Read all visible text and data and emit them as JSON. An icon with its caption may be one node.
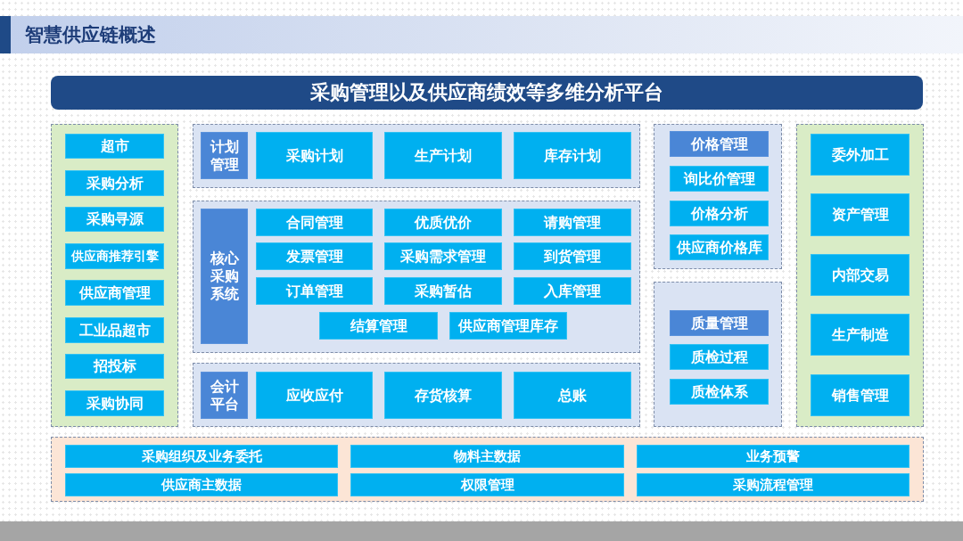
{
  "diagram": {
    "title": "智慧供应链概述",
    "nodes": [
      {
        "text": [
          "采购管理以及供应商绩效等多维分析平台"
        ]
      },
      {
        "text": [],
        "shape": "box"
      },
      {
        "text": [
          "超市"
        ],
        "in": 1
      },
      {
        "text": [
          "采购分析"
        ],
        "in": 1
      },
      {
        "text": [
          "采购寻源"
        ],
        "in": 1
      },
      {
        "text": [
          "供应商推荐引擎"
        ],
        "in": 1
      },
      {
        "text": [
          "供应商管理"
        ],
        "in": 1
      },
      {
        "text": [
          "工业品超市"
        ],
        "in": 1
      },
      {
        "text": [
          "招投标"
        ],
        "in": 1
      },
      {
        "text": [
          "采购协同"
        ],
        "in": 1
      },
      {
        "text": [],
        "shape": "box"
      },
      {
        "text": [
          "计划管理"
        ],
        "in": 10
      },
      {
        "text": [
          "采购计划"
        ],
        "in": 10
      },
      {
        "text": [
          "生产计划"
        ],
        "in": 10
      },
      {
        "text": [
          "库存计划"
        ],
        "in": 10
      },
      {
        "text": [],
        "shape": "box"
      },
      {
        "text": [
          "核心采购系统"
        ],
        "in": 15
      },
      {
        "text": [
          "合同管理"
        ],
        "in": 15
      },
      {
        "text": [
          "优质优价"
        ],
        "in": 15
      },
      {
        "text": [
          "请购管理"
        ],
        "in": 15
      },
      {
        "text": [
          "发票管理"
        ],
        "in": 15
      },
      {
        "text": [
          "采购需求管理"
        ],
        "in": 15
      },
      {
        "text": [
          "到货管理"
        ],
        "in": 15
      },
      {
        "text": [
          "订单管理"
        ],
        "in": 15
      },
      {
        "text": [
          "采购暂估"
        ],
        "in": 15
      },
      {
        "text": [
          "入库管理"
        ],
        "in": 15
      },
      {
        "text": [
          "结算管理"
        ],
        "in": 15
      },
      {
        "text": [
          "供应商管理库存"
        ],
        "in": 15
      },
      {
        "text": [],
        "shape": "box"
      },
      {
        "text": [
          "会计平台"
        ],
        "in": 28
      },
      {
        "text": [
          "应收应付"
        ],
        "in": 28
      },
      {
        "text": [
          "存货核算"
        ],
        "in": 28
      },
      {
        "text": [
          "总账"
        ],
        "in": 28
      },
      {
        "text": [],
        "shape": "box"
      },
      {
        "text": [
          "价格管理"
        ],
        "in": 33
      },
      {
        "text": [
          "询比价管理"
        ],
        "in": 33
      },
      {
        "text": [
          "价格分析"
        ],
        "in": 33
      },
      {
        "text": [
          "供应商价格库"
        ],
        "in": 33
      },
      {
        "text": [],
        "shape": "box"
      },
      {
        "text": [
          "质量管理"
        ],
        "in": 38
      },
      {
        "text": [
          "质检过程"
        ],
        "in": 38
      },
      {
        "text": [
          "质检体系"
        ],
        "in": 38
      },
      {
        "text": [],
        "shape": "box"
      },
      {
        "text": [
          "委外加工"
        ],
        "in": 42
      },
      {
        "text": [
          "资产管理"
        ],
        "in": 42
      },
      {
        "text": [
          "内部交易"
        ],
        "in": 42
      },
      {
        "text": [
          "生产制造"
        ],
        "in": 42
      },
      {
        "text": [
          "销售管理"
        ],
        "in": 42
      },
      {
        "text": [],
        "shape": "box"
      },
      {
        "text": [
          "采购组织及业务委托"
        ],
        "in": 48
      },
      {
        "text": [
          "物料主数据"
        ],
        "in": 48
      },
      {
        "text": [
          "业务预警"
        ],
        "in": 48
      },
      {
        "text": [
          "供应商主数据"
        ],
        "in": 48
      },
      {
        "text": [
          "权限管理"
        ],
        "in": 48
      },
      {
        "text": [
          "采购流程管理"
        ],
        "in": 48
      }
    ]
  }
}
